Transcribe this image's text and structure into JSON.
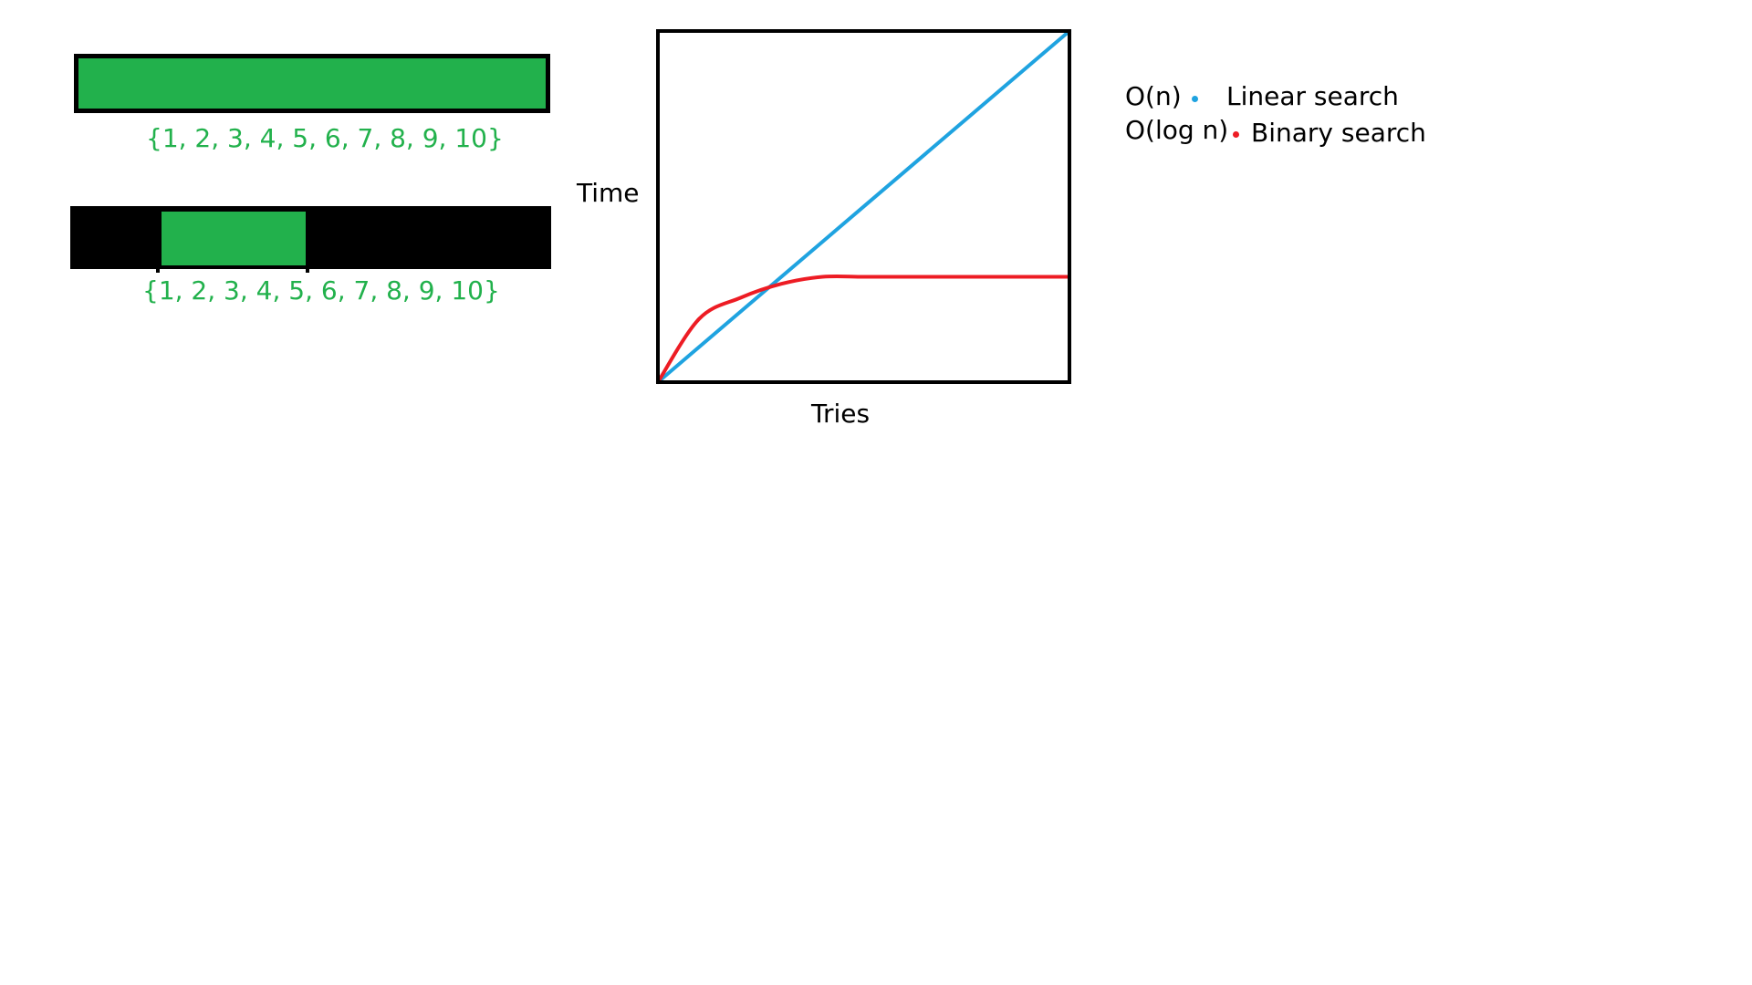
{
  "colors": {
    "array_fill": "#22b14c",
    "array_label": "#22b14c",
    "linear_series": "#1fa3e0",
    "binary_series": "#ed1c24",
    "frame": "#000000",
    "inactive_fill": "#000000"
  },
  "arrays": [
    {
      "label": "{1, 2, 3, 4, 5, 6, 7, 8, 9, 10}",
      "highlight_fraction": [
        0.0,
        1.0
      ]
    },
    {
      "label": "{1, 2, 3, 4, 5, 6, 7, 8, 9, 10}",
      "highlight_fraction": [
        0.19,
        0.49
      ]
    }
  ],
  "legend": [
    {
      "notation": "O(n)",
      "name": "Linear search",
      "color": "#1fa3e0"
    },
    {
      "notation": "O(log n)",
      "name": "Binary search",
      "color": "#ed1c24"
    }
  ],
  "chart_data": {
    "type": "line",
    "title": "",
    "xlabel": "Tries",
    "ylabel": "Time",
    "xlim": [
      0,
      1
    ],
    "ylim": [
      0,
      1
    ],
    "grid": false,
    "legend_position": "right",
    "series": [
      {
        "name": "Linear search",
        "color": "#1fa3e0",
        "x": [
          0,
          1
        ],
        "y": [
          0,
          1
        ]
      },
      {
        "name": "Binary search",
        "color": "#ed1c24",
        "x": [
          0,
          0.1,
          0.2,
          0.3,
          0.4,
          0.5,
          0.6,
          0.7,
          0.8,
          0.9,
          1.0
        ],
        "y": [
          0,
          0.18,
          0.24,
          0.28,
          0.3,
          0.3,
          0.3,
          0.3,
          0.3,
          0.3,
          0.3
        ]
      }
    ]
  }
}
